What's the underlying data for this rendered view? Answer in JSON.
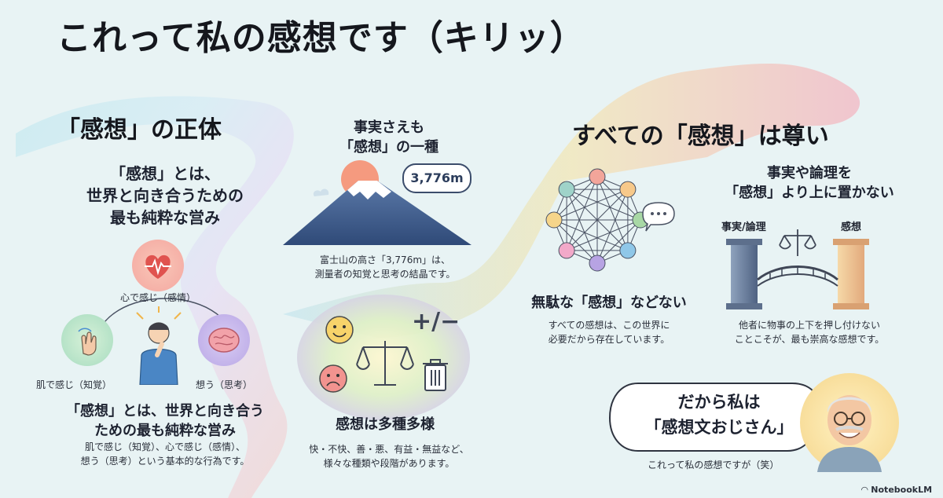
{
  "title": "これって私の感想です（キリッ）",
  "left": {
    "heading": "「感想」の正体",
    "intro_lines": [
      "「感想」とは、",
      "世界と向き合うための",
      "最も純粋な営み"
    ],
    "heart_label": "心で感じ（感情）",
    "hand_label": "肌で感じ（知覚）",
    "brain_label": "想う（思考）",
    "summary_lines": [
      "「感想」とは、世界と向き合う",
      "ための最も純粋な営み"
    ],
    "desc_lines": [
      "肌で感じ（知覚）、心で感じ（感情）、",
      "想う（思考）という基本的な行為です。"
    ]
  },
  "center_top": {
    "heading_lines": [
      "事実さえも",
      "「感想」の一種"
    ],
    "bubble": "3,776m",
    "desc_lines": [
      "富士山の高さ「3,776m」は、",
      "測量者の知覚と思考の結晶です。"
    ]
  },
  "center_bottom": {
    "heading": "感想は多種多様",
    "desc_lines": [
      "快・不快、善・悪、有益・無益など、",
      "様々な種類や段階があります。"
    ],
    "plus_minus": "+/−"
  },
  "right": {
    "heading": "すべての「感想」は尊い",
    "network_caption": "無駄な「感想」などない",
    "network_desc_lines": [
      "すべての感想は、この世界に",
      "必要だから存在しています。"
    ],
    "pillars_heading_lines": [
      "事実や論理を",
      "「感想」より上に置かない"
    ],
    "pillar_left_label": "事実/論理",
    "pillar_right_label": "感想",
    "pillars_desc_lines": [
      "他者に物事の上下を押し付けない",
      "ことこそが、最も崇高な感想です。"
    ],
    "speech_lines": [
      "だから私は",
      "「感想文おじさん」"
    ],
    "footer_note": "これって私の感想ですが（笑）"
  },
  "brand": "NotebookLM",
  "colors": {
    "background": "#e8f3f4",
    "heart": "#f4a7a0",
    "hand": "#a7dcc0",
    "brain": "#b9a7e6",
    "network_nodes": [
      "#f2a59a",
      "#f7c98a",
      "#a8d8a5",
      "#8fc7e8",
      "#b7a3e3",
      "#f2a9c9",
      "#f6d58a",
      "#9fd3c9"
    ]
  }
}
